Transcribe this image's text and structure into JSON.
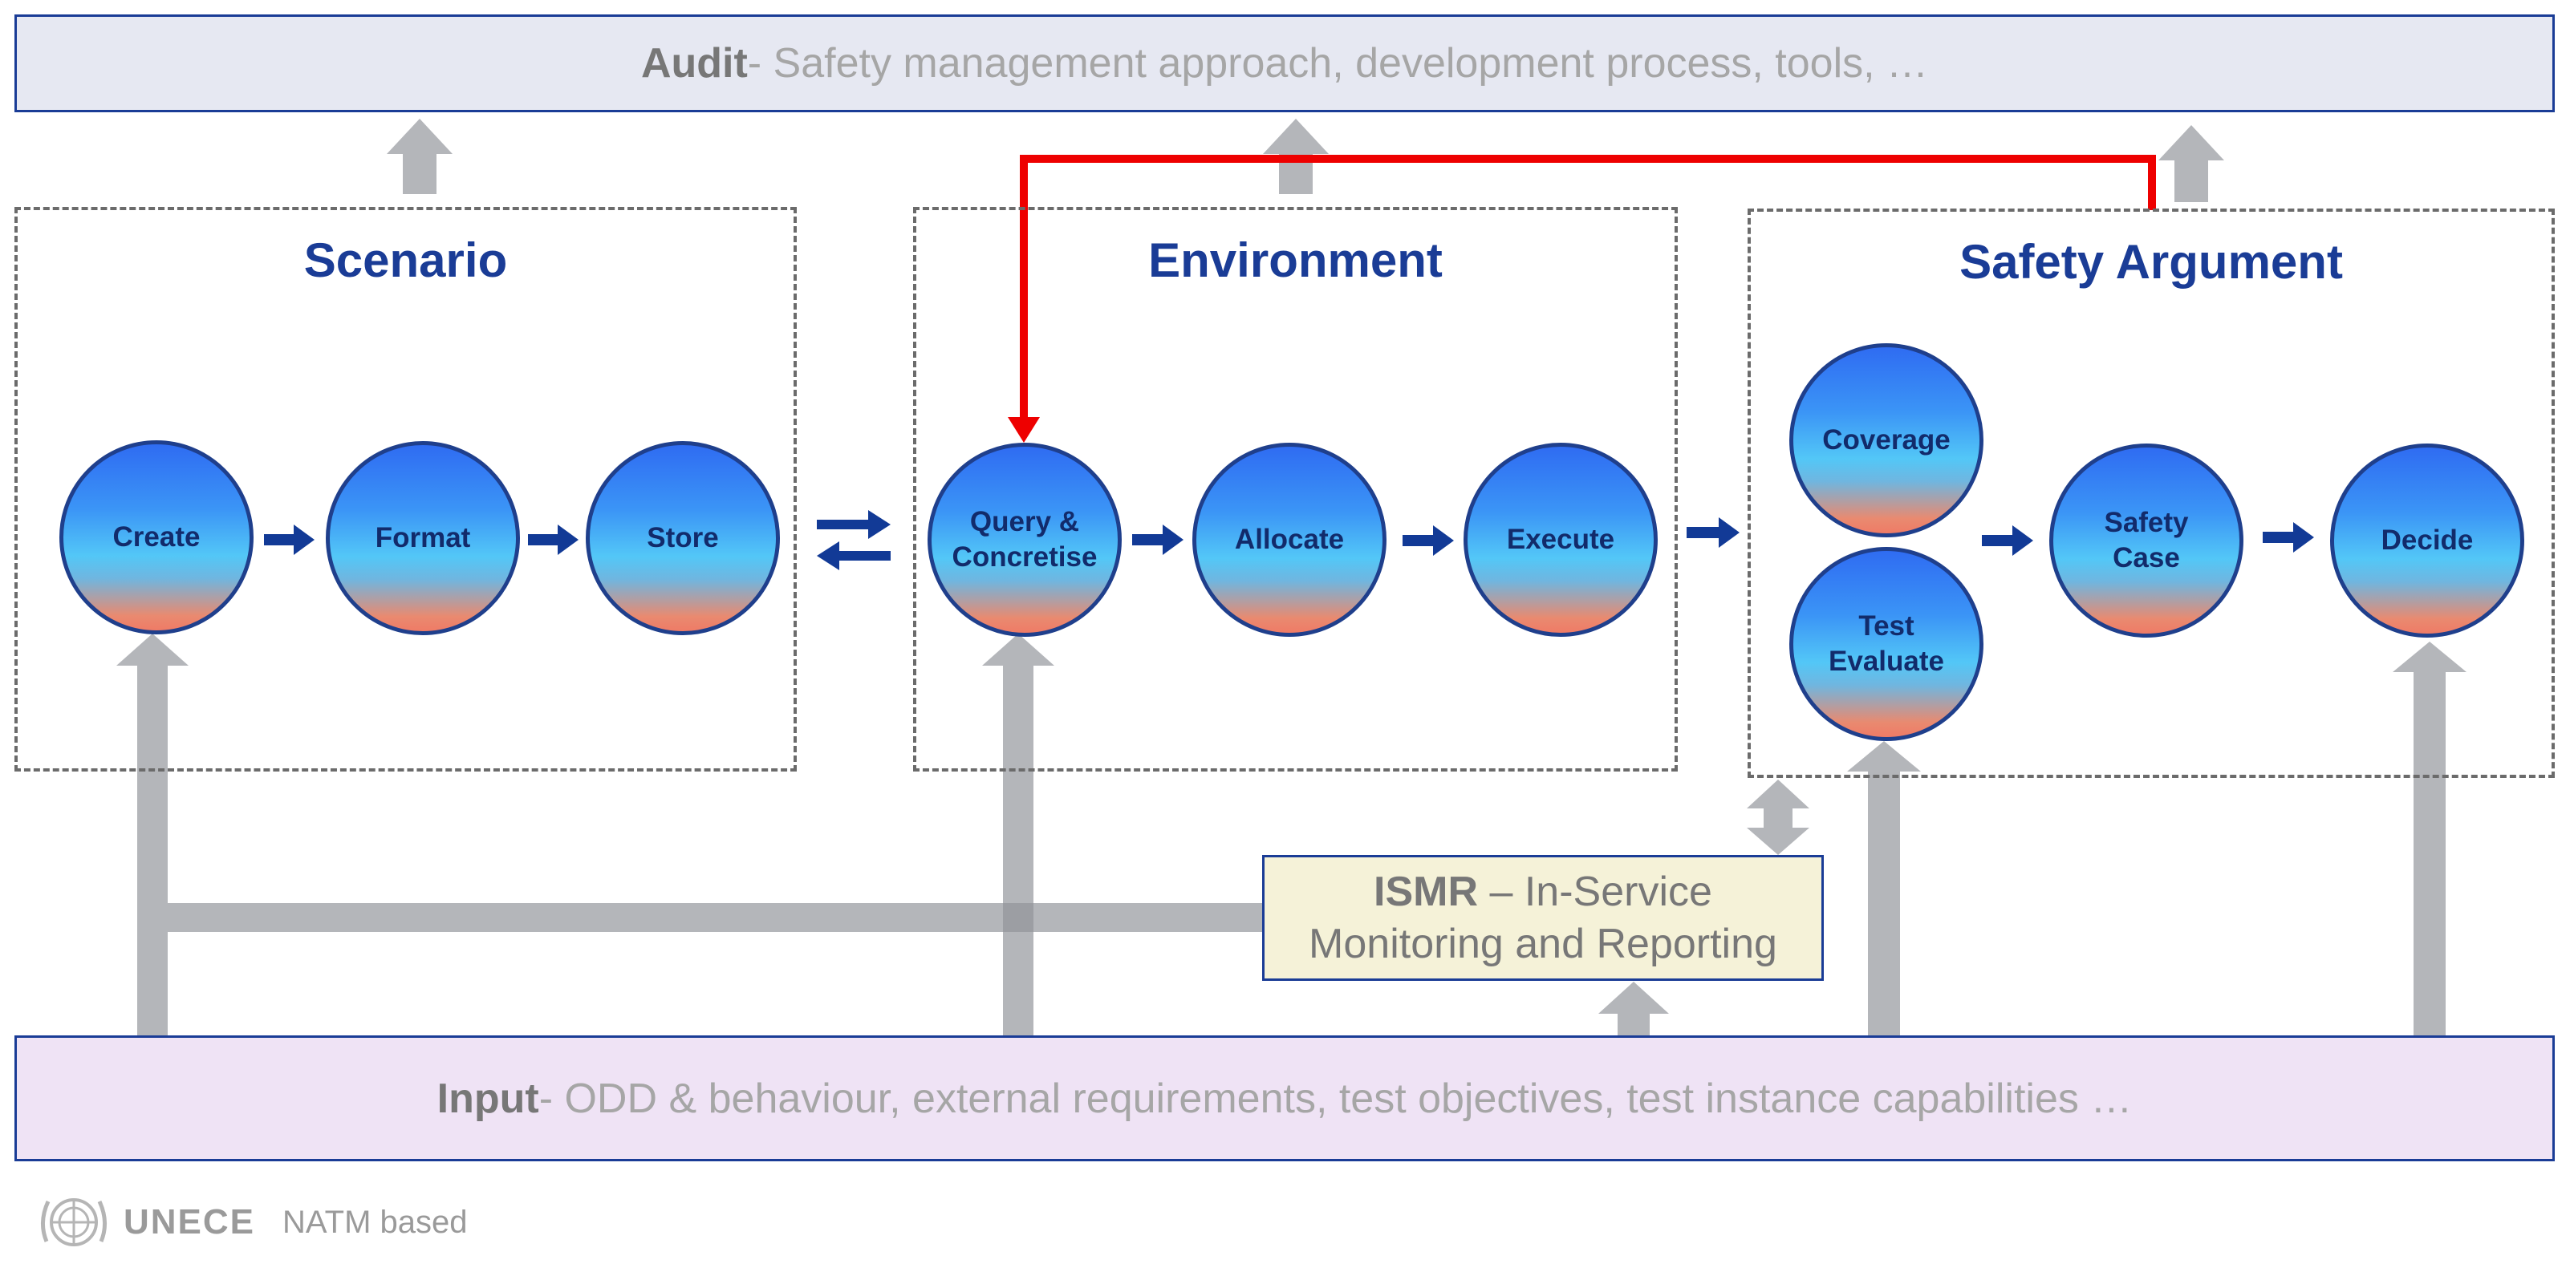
{
  "audit": {
    "title": "Audit",
    "text": " - Safety management approach, development process, tools, …"
  },
  "input": {
    "title": "Input",
    "text": " - ODD & behaviour, external requirements, test objectives, test instance capabilities …"
  },
  "groups": {
    "scenario": {
      "title": "Scenario"
    },
    "environment": {
      "title": "Environment"
    },
    "safety_argument": {
      "title": "Safety Argument"
    }
  },
  "nodes": {
    "create": "Create",
    "format": "Format",
    "store": "Store",
    "query_line1": "Query &",
    "query_line2": "Concretise",
    "allocate": "Allocate",
    "execute": "Execute",
    "coverage": "Coverage",
    "test_line1": "Test",
    "test_line2": "Evaluate",
    "safety_line1": "Safety",
    "safety_line2": "Case",
    "decide": "Decide"
  },
  "ismr": {
    "title": "ISMR",
    "line1_rest": " – In-Service",
    "line2": "Monitoring and Reporting"
  },
  "footer": {
    "brand": "UNECE",
    "note": "NATM based"
  },
  "colors": {
    "title_blue": "#1a3c96",
    "flow_arrow": "#123a96",
    "feedback_red": "#ee0000",
    "support_grey": "#b4b6ba"
  }
}
